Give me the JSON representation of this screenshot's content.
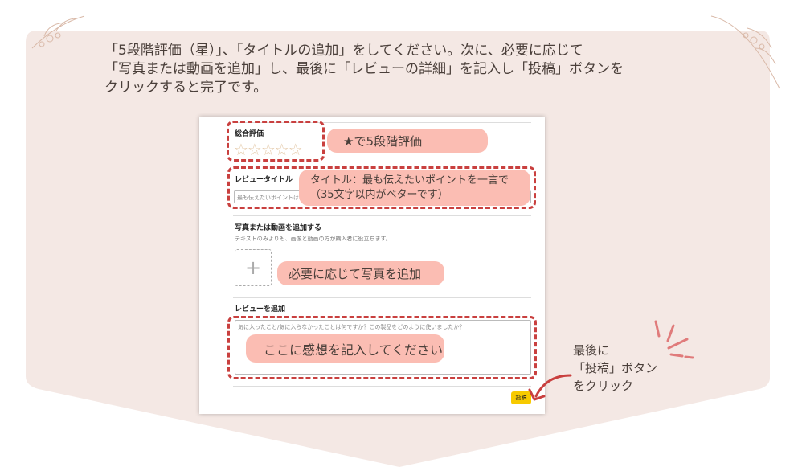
{
  "colors": {
    "background_panel": "#f4e8e4",
    "annotation_red": "#c9403f",
    "pill": "#fbbdb3",
    "submit_button": "#f7ca00"
  },
  "intro": "「5段階評価（星）」、「タイトルの追加」をしてください。次に、必要に応じて\n「写真または動画を追加」し、最後に「レビューの詳細」を記入し「投稿」ボタンを\nクリックすると完了です。",
  "form": {
    "overall_rating_label": "総合評価",
    "stars": "☆☆☆☆☆",
    "rating_value": 0,
    "review_title_label": "レビュータイトル",
    "review_title_placeholder": "最も伝えたいポイントは",
    "media_label": "写真または動画を追加する",
    "media_sub": "テキストのみよりも、画像と動画の方が購入者に役立ちます。",
    "add_media_icon": "+",
    "review_label": "レビューを追加",
    "review_placeholder": "気に入ったこと/気に入らなかったことは何ですか？この製品をどのように使いましたか？",
    "submit_label": "投稿"
  },
  "callouts": {
    "rating": "★で5段階評価",
    "title_line1": "タイトル：最も伝えたいポイントを一言で",
    "title_line2": "（35文字以内がベターです）",
    "photo": "必要に応じて写真を追加",
    "review": "ここに感想を記入してください",
    "submit": "最後に\n「投稿」ボタン\nをクリック"
  }
}
